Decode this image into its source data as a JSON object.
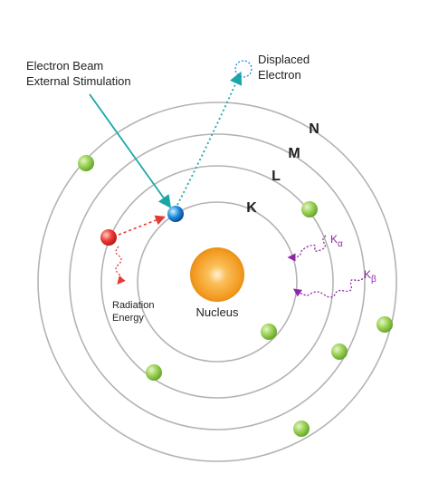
{
  "diagram": {
    "labels": {
      "beam_line1": "Electron Beam",
      "beam_line2": "External Stimulation",
      "displaced_line1": "Displaced",
      "displaced_line2": "Electron",
      "radiation_line1": "Radiation",
      "radiation_line2": "Energy",
      "nucleus": "Nucleus",
      "k_alpha_main": "K",
      "k_alpha_sub": "α",
      "k_beta_main": "K",
      "k_beta_sub": "β"
    },
    "shells": [
      "K",
      "L",
      "M",
      "N"
    ],
    "colors": {
      "shell_stroke": "#aaaaaa",
      "electron_green": "#8bc34a",
      "electron_red": "#e53935",
      "electron_blue": "#1e88e5",
      "nucleus_orange": "#f5a623",
      "beam_teal": "#1aa6a6",
      "radiation_red": "#e53935",
      "emission_purple": "#8e24aa"
    }
  }
}
